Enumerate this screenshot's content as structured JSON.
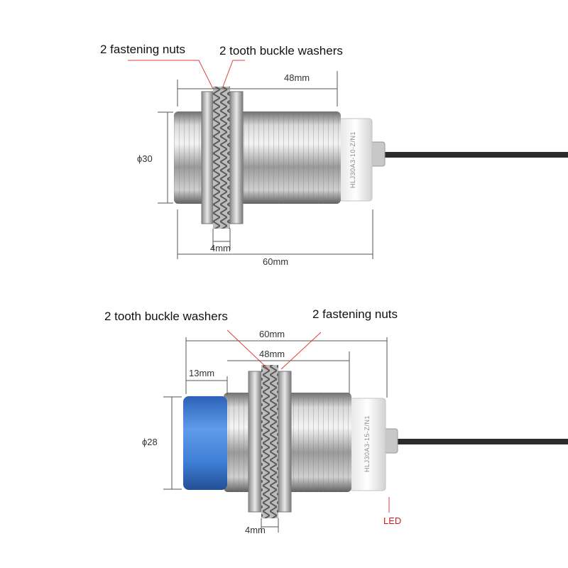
{
  "top": {
    "callout_nuts": "2 fastening nuts",
    "callout_washers": "2 tooth buckle washers",
    "dim_body": "48mm",
    "dim_total": "60mm",
    "dim_diameter": "ϕ30",
    "dim_washer": "4mm",
    "model_text": "HLJ30A3-10-Z/N1"
  },
  "bottom": {
    "callout_washers": "2 tooth buckle washers",
    "callout_nuts": "2 fastening nuts",
    "dim_total": "60mm",
    "dim_body": "48mm",
    "dim_head": "13mm",
    "dim_diameter": "ϕ28",
    "dim_washer": "4mm",
    "model_text": "HLJ30A3-15-Z/N1",
    "led_label": "LED"
  },
  "colors": {
    "callout_line": "#e0423a",
    "sensing_face": "#3f7fd6",
    "led_text": "#d11a1a"
  }
}
